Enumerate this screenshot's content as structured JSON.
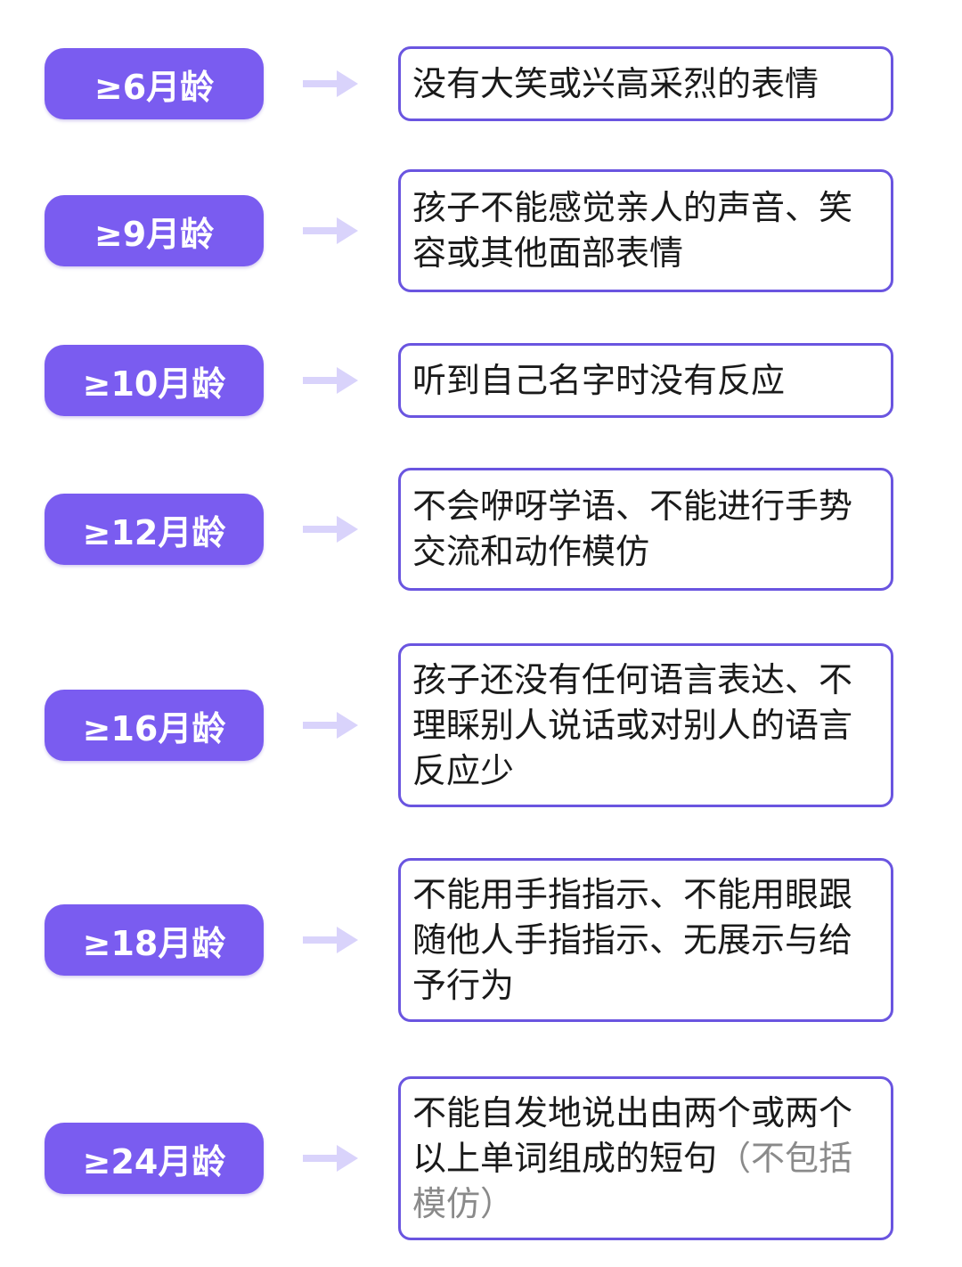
{
  "colors": {
    "pill": "#7a5cf0",
    "box_border": "#6a55e0",
    "arrow": "#d9d3fb",
    "text": "#1a1a1a",
    "note": "#8a8a8a"
  },
  "arrow_icon": "right-arrow-icon",
  "rows": [
    {
      "age": "≥6月龄",
      "text": "没有大笑或兴高采烈的表情",
      "note": ""
    },
    {
      "age": "≥9月龄",
      "text": "孩子不能感觉亲人的声音、笑\n容或其他面部表情",
      "note": ""
    },
    {
      "age": "≥10月龄",
      "text": "听到自己名字时没有反应",
      "note": ""
    },
    {
      "age": "≥12月龄",
      "text": "不会咿呀学语、不能进行手势\n交流和动作模仿",
      "note": ""
    },
    {
      "age": "≥16月龄",
      "text": "孩子还没有任何语言表达、不\n理睬别人说话或对别人的语言\n反应少",
      "note": ""
    },
    {
      "age": "≥18月龄",
      "text": "不能用手指指示、不能用眼跟\n随他人手指指示、无展示与给\n予行为",
      "note": ""
    },
    {
      "age": "≥24月龄",
      "text": "不能自发地说出由两个或两个\n以上单词组成的短句",
      "note": "（不包括\n模仿）"
    }
  ]
}
